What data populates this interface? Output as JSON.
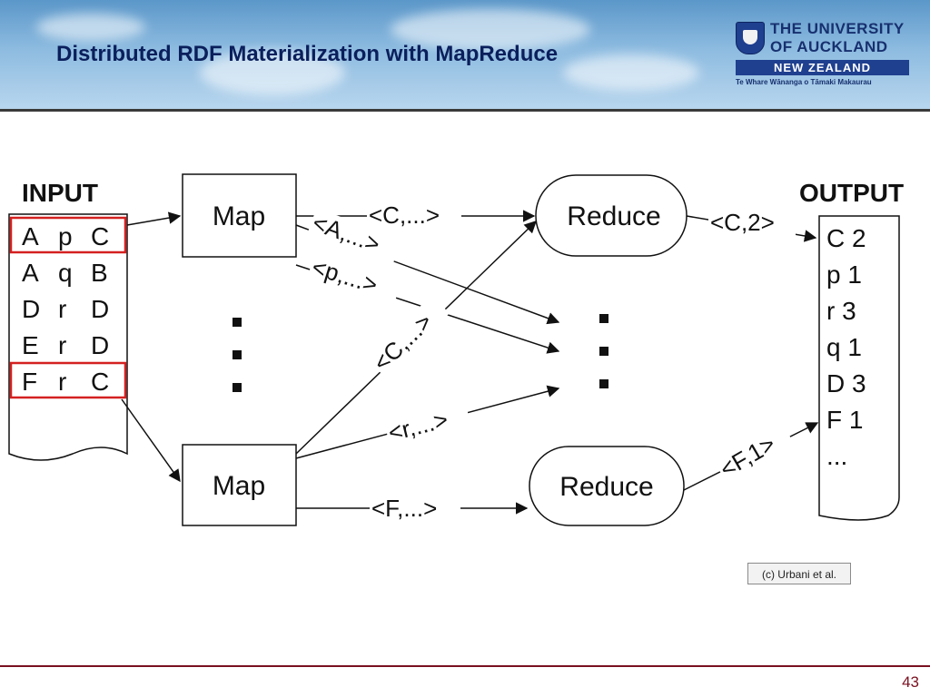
{
  "header": {
    "title": "Distributed RDF Materialization with MapReduce",
    "logo": {
      "line1": "THE UNIVERSITY",
      "line2": "OF AUCKLAND",
      "bar": "NEW ZEALAND",
      "tagline": "Te Whare Wānanga o Tāmaki Makaurau"
    }
  },
  "diagram": {
    "input_label": "INPUT",
    "output_label": "OUTPUT",
    "input_rows": [
      {
        "s": "A",
        "p": "p",
        "o": "C",
        "highlighted": true
      },
      {
        "s": "A",
        "p": "q",
        "o": "B",
        "highlighted": false
      },
      {
        "s": "D",
        "p": "r",
        "o": "D",
        "highlighted": false
      },
      {
        "s": "E",
        "p": "r",
        "o": "D",
        "highlighted": false
      },
      {
        "s": "F",
        "p": "r",
        "o": "C",
        "highlighted": true
      }
    ],
    "map_label": "Map",
    "reduce_label": "Reduce",
    "ellipsis": "⋮",
    "edge_labels": {
      "c_kv": "<C,...>",
      "a_kv": "<A,...>",
      "p_kv": "<p,...>",
      "c_kv_diag": "<C,...>",
      "r_kv": "<r,...>",
      "f_kv": "<F,...>",
      "c_out": "<C,2>",
      "f_out": "<F,1>"
    },
    "output_rows": [
      "C 2",
      "p 1",
      "r 3",
      "q 1",
      "D 3",
      "F 1",
      "..."
    ]
  },
  "credit": "(c) Urbani et al.",
  "page_number": "43",
  "colors": {
    "title": "#0a1f5c",
    "highlight_border": "#d42020",
    "footer_rule": "#7a1020"
  }
}
